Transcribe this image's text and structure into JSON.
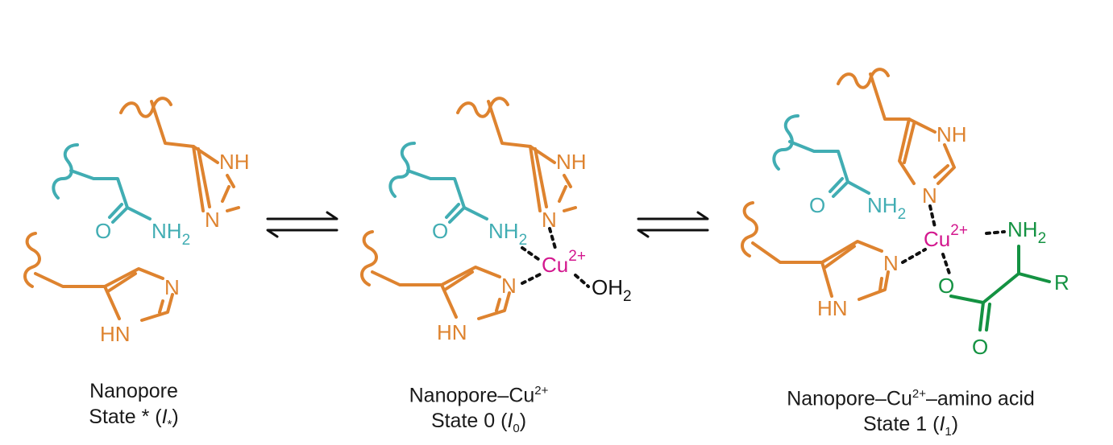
{
  "colors": {
    "histidine": "#DE832F",
    "asparagine": "#41ADB3",
    "copper": "#D3178E",
    "amino_acid": "#149242",
    "black": "#111111"
  },
  "atoms": {
    "nh": "NH",
    "n": "N",
    "hn": "HN",
    "o": "O",
    "nh2_base": "NH",
    "nh2_sub": "2",
    "cu_base": "Cu",
    "cu_sup": "2+",
    "oh2_base": "OH",
    "oh2_sub": "2",
    "r": "R"
  },
  "states": [
    {
      "line1": "Nanopore",
      "line1_sup": "",
      "line1_after": "",
      "line2_prefix": "State * (",
      "symbol": "I",
      "symbol_sub": "*",
      "line2_suffix": ")"
    },
    {
      "line1": "Nanopore–Cu",
      "line1_sup": "2+",
      "line1_after": "",
      "line2_prefix": "State 0 (",
      "symbol": "I",
      "symbol_sub": "0",
      "line2_suffix": ")"
    },
    {
      "line1": "Nanopore–Cu",
      "line1_sup": "2+",
      "line1_after": "–amino acid",
      "line2_prefix": "State 1 (",
      "symbol": "I",
      "symbol_sub": "1",
      "line2_suffix": ")"
    }
  ]
}
